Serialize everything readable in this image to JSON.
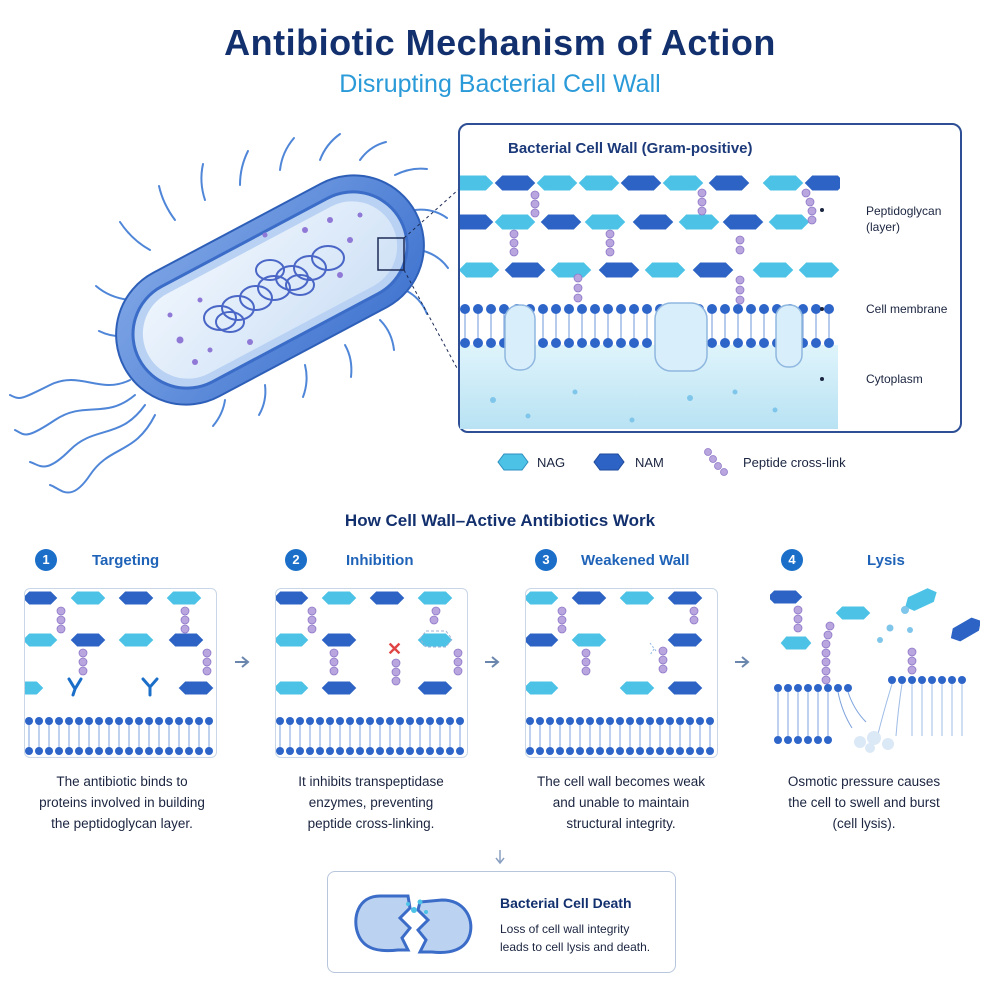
{
  "header": {
    "title": "Antibiotic Mechanism of Action",
    "subtitle": "Disrupting Bacterial Cell Wall"
  },
  "cell_wall_panel": {
    "title": "Bacterial Cell Wall (Gram-positive)",
    "labels": {
      "peptidoglycan": "Peptidoglycan",
      "peptidoglycan_sub": "(layer)",
      "membrane": "Cell membrane",
      "cytoplasm": "Cytoplasm"
    }
  },
  "legend": {
    "nag": "NAG",
    "nam": "NAM",
    "crosslink": "Peptide cross-link"
  },
  "steps_section": {
    "title": "How Cell Wall–Active Antibiotics Work",
    "steps": [
      {
        "number": "1",
        "title": "Targeting",
        "lines": [
          "The antibiotic binds to",
          "proteins involved in building",
          "the peptidoglycan layer."
        ]
      },
      {
        "number": "2",
        "title": "Inhibition",
        "lines": [
          "It inhibits transpeptidase",
          "enzymes, preventing",
          "peptide cross-linking."
        ]
      },
      {
        "number": "3",
        "title": "Weakened Wall",
        "lines": [
          "The cell wall becomes weak",
          "and unable to maintain",
          "structural integrity."
        ]
      },
      {
        "number": "4",
        "title": "Lysis",
        "lines": [
          "Osmotic pressure causes",
          "the cell to swell and burst",
          "(cell lysis)."
        ]
      }
    ]
  },
  "outcome": {
    "title": "Bacterial Cell Death",
    "lines": [
      "Loss of cell wall integrity",
      "leads to cell lysis and death."
    ]
  },
  "colors": {
    "nag": "#4cc3e6",
    "nam": "#2c63c4",
    "crosslink": "#b9a6de",
    "title": "#13306e",
    "accent": "#2a9ad8",
    "step_badge": "#1b6fc9"
  }
}
